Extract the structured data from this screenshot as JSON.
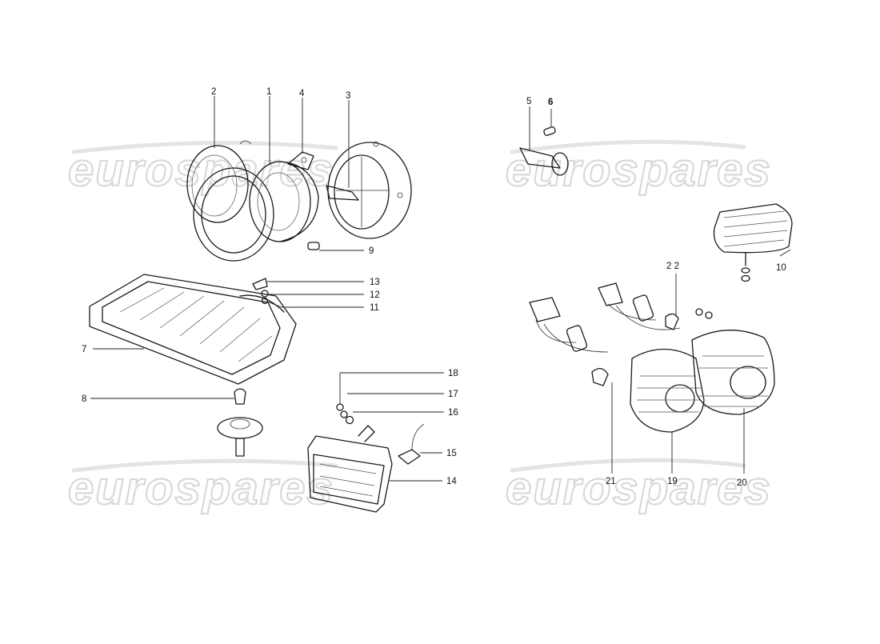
{
  "watermark": {
    "text": "eurospares"
  },
  "callouts": [
    "1",
    "2",
    "3",
    "4",
    "5",
    "6",
    "7",
    "8",
    "9",
    "10",
    "11",
    "12",
    "13",
    "14",
    "15",
    "16",
    "17",
    "18",
    "19",
    "20",
    "21",
    "22"
  ],
  "callouts_display": {
    "22": "2 2"
  }
}
